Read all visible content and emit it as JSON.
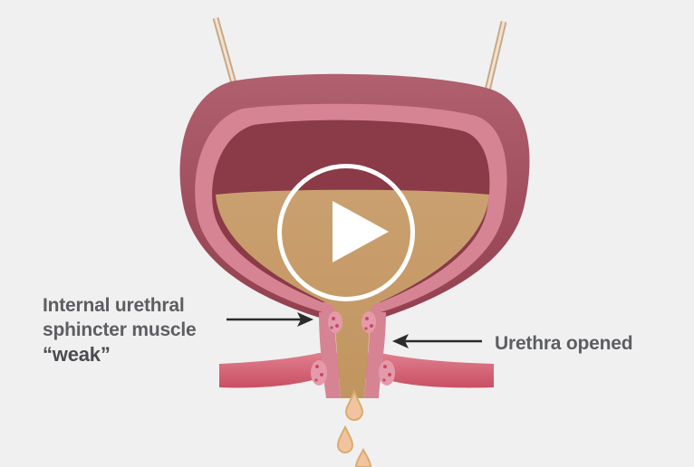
{
  "video": {
    "play_button_icon": "play-icon",
    "colors": {
      "background": "#f0f0f0",
      "bladder_outer": "#a8505f",
      "bladder_lining": "#d4808f",
      "bladder_cavity": "#8b3a48",
      "urine": "#c89b68",
      "pelvic_muscle": "#d9687a",
      "droplet": "#f2c3a0",
      "label_text": "#5d5e62",
      "arrow": "#2b2b2b",
      "play_icon": "#ffffff"
    }
  },
  "diagram": {
    "labels": {
      "left_line1": "Internal urethral",
      "left_line2": "sphincter muscle",
      "left_line3": "“weak”",
      "right": "Urethra opened"
    }
  }
}
